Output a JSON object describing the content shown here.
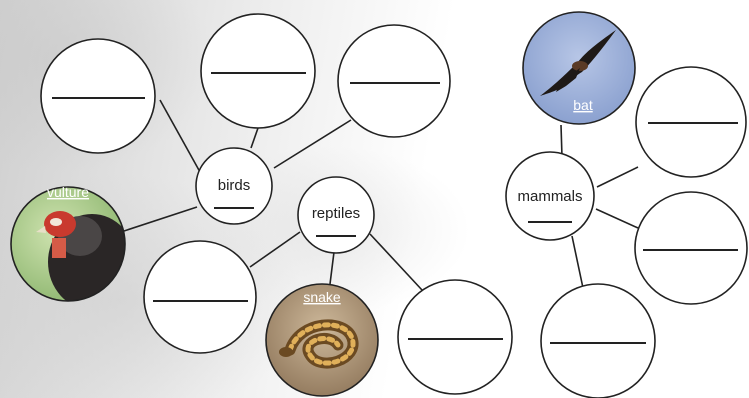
{
  "hubs": {
    "birds": "birds",
    "reptiles": "reptiles",
    "mammals": "mammals"
  },
  "examples": {
    "vulture": "vulture",
    "snake": "snake",
    "bat": "bat"
  }
}
